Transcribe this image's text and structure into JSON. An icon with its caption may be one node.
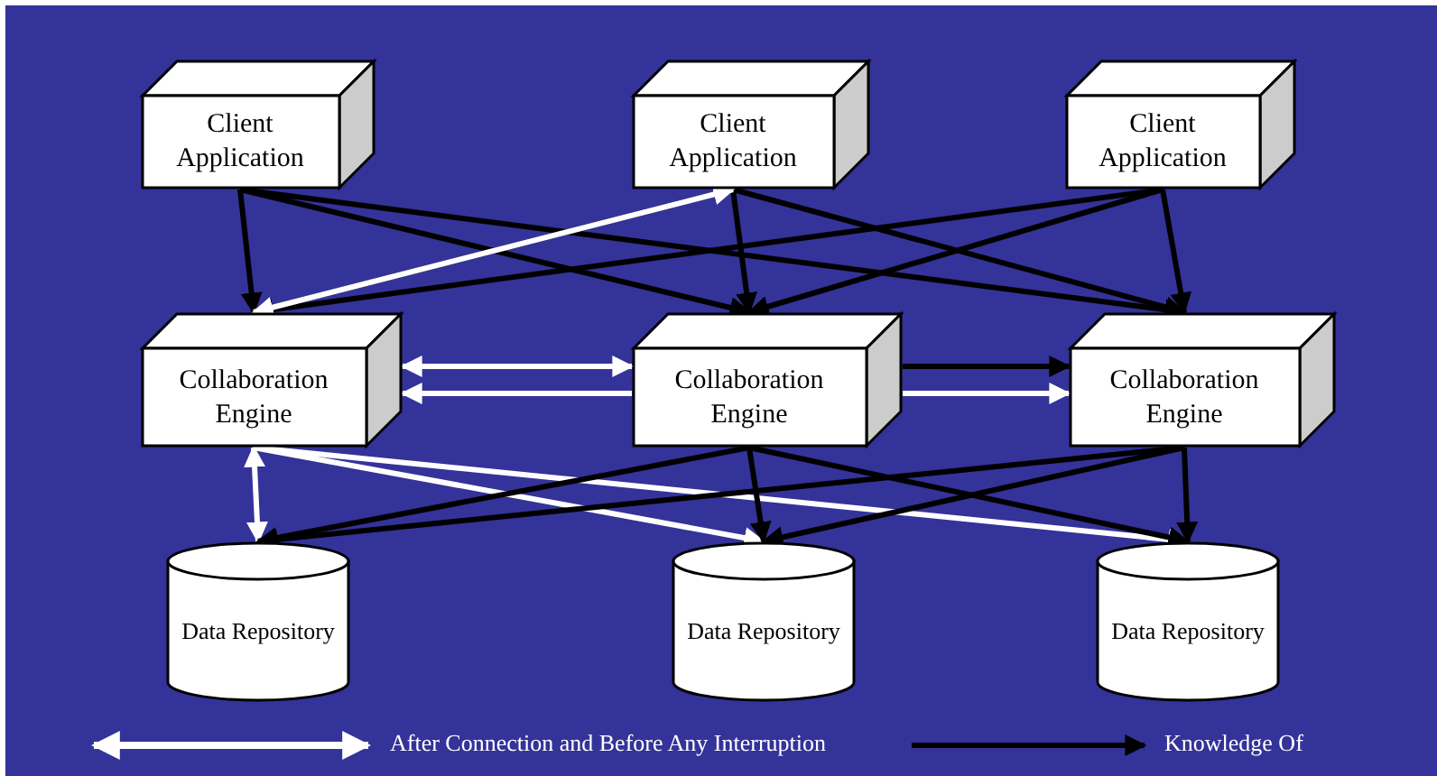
{
  "diagram": {
    "nodes": [
      {
        "text": [
          "Client Application"
        ]
      },
      {
        "text": [
          "Client Application"
        ]
      },
      {
        "text": [
          "Client Application"
        ]
      },
      {
        "text": [
          "Collaboration Engine"
        ]
      },
      {
        "text": [
          "Collaboration Engine"
        ]
      },
      {
        "text": [
          "Collaboration Engine"
        ]
      },
      {
        "text": [
          "Data Repository"
        ]
      },
      {
        "text": [
          "Data Repository"
        ]
      },
      {
        "text": [
          "Data Repository"
        ]
      }
    ],
    "edges": [
      {
        "from": 0,
        "to": 3,
        "arrow": "to"
      },
      {
        "from": 0,
        "to": 4,
        "arrow": "to"
      },
      {
        "from": 0,
        "to": 5,
        "arrow": "to"
      },
      {
        "from": 1,
        "to": 3,
        "arrow": "to"
      },
      {
        "from": 1,
        "to": 4,
        "arrow": "to"
      },
      {
        "from": 1,
        "to": 5,
        "arrow": "to"
      },
      {
        "from": 2,
        "to": 3,
        "arrow": "to"
      },
      {
        "from": 2,
        "to": 4,
        "arrow": "to"
      },
      {
        "from": 2,
        "to": 5,
        "arrow": "to"
      },
      {
        "from": 3,
        "to": 1,
        "arrow": "both",
        "color": "#ffffff"
      },
      {
        "from": 3,
        "to": 4,
        "arrow": "both",
        "color": "#ffffff"
      },
      {
        "from": 4,
        "to": 3,
        "arrow": "to",
        "color": "#ffffff"
      },
      {
        "from": 4,
        "to": 5,
        "arrow": "to"
      },
      {
        "from": 4,
        "to": 5,
        "arrow": "to",
        "color": "#ffffff"
      },
      {
        "from": 3,
        "to": 6,
        "arrow": "both",
        "color": "#ffffff"
      },
      {
        "from": 3,
        "to": 7,
        "arrow": "to",
        "color": "#ffffff"
      },
      {
        "from": 3,
        "to": 8,
        "arrow": "to",
        "color": "#ffffff"
      },
      {
        "from": 4,
        "to": 6,
        "arrow": "to"
      },
      {
        "from": 4,
        "to": 7,
        "arrow": "to"
      },
      {
        "from": 4,
        "to": 8,
        "arrow": "to"
      },
      {
        "from": 5,
        "to": 6,
        "arrow": "to"
      },
      {
        "from": 5,
        "to": 7,
        "arrow": "to"
      },
      {
        "from": 5,
        "to": 8,
        "arrow": "to"
      }
    ],
    "legend": [
      {
        "text": "After Connection and Before Any Interruption"
      },
      {
        "text": "Knowledge Of"
      }
    ]
  }
}
